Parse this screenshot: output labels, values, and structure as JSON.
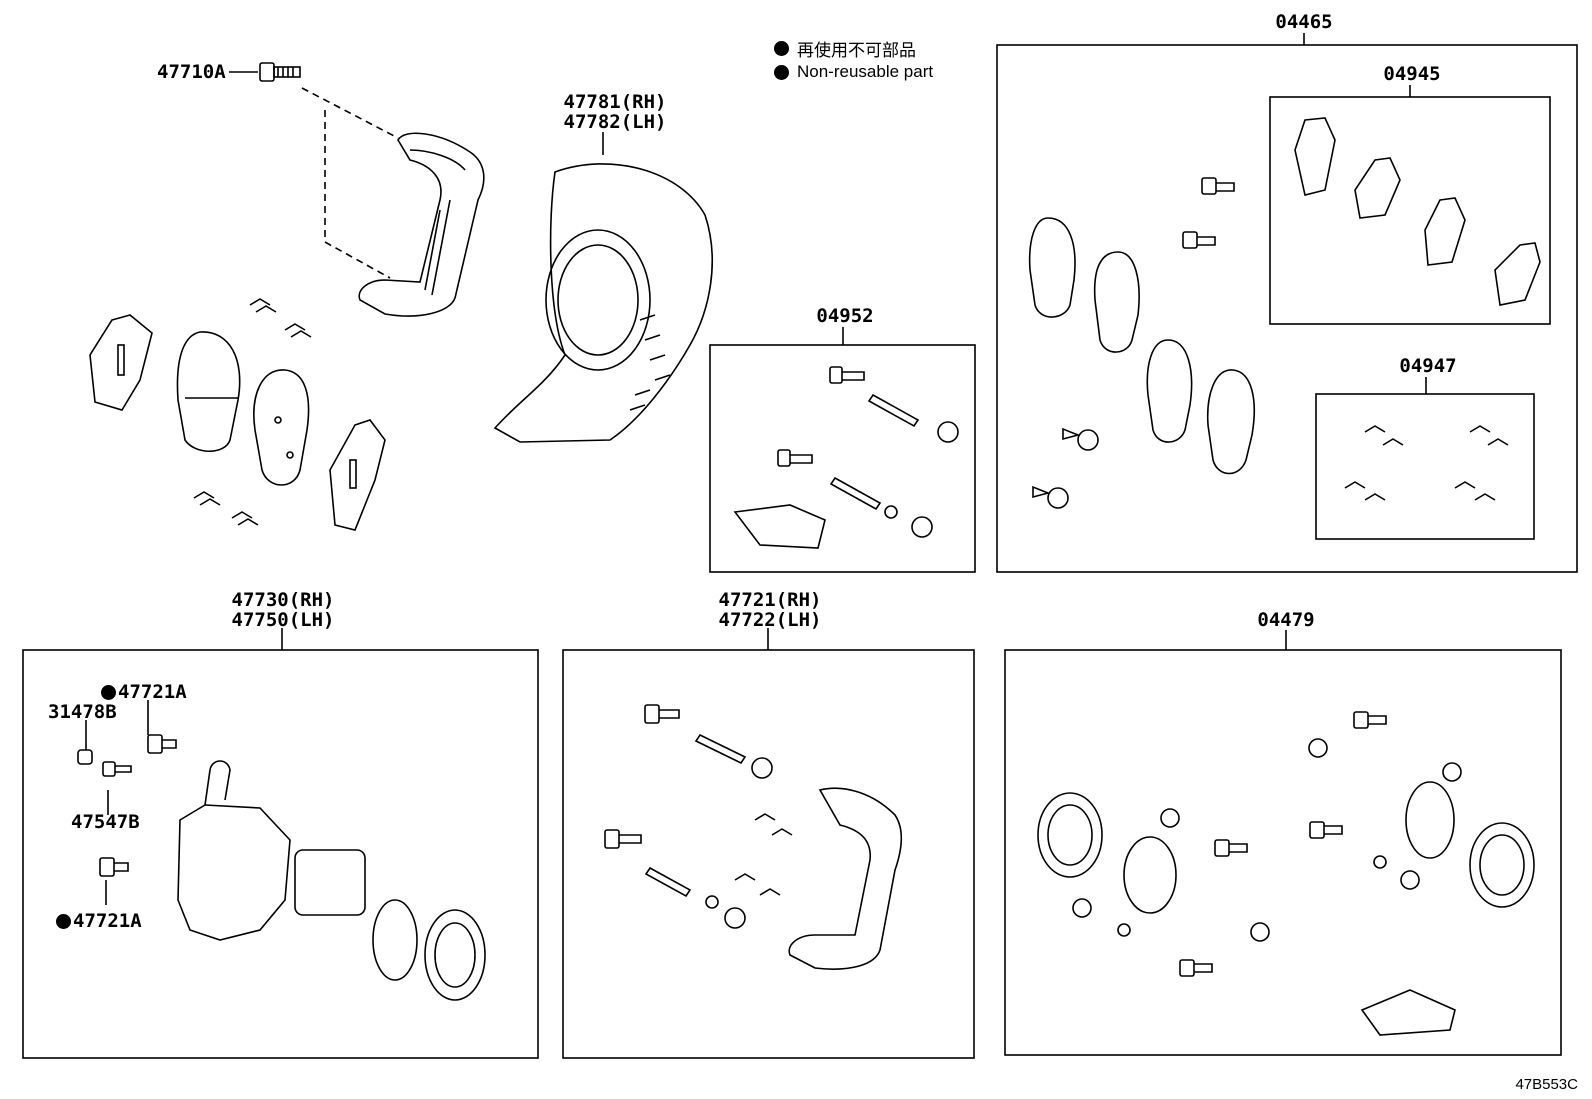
{
  "legend": {
    "line_jp": "再使用不可部品",
    "line_en": "Non-reusable part"
  },
  "parts": {
    "p47710A": "47710A",
    "p47781": "47781(RH)",
    "p47782": "47782(LH)",
    "p04465": "04465",
    "p04945": "04945",
    "p04952": "04952",
    "p04947": "04947",
    "p47730": "47730(RH)",
    "p47750": "47750(LH)",
    "p47721_rh": "47721(RH)",
    "p47722": "47722(LH)",
    "p04479": "04479",
    "p47721A_top": "47721A",
    "p31478B": "31478B",
    "p47547B": "47547B",
    "p47721A_bottom": "47721A"
  },
  "diagram_ref": "47B553C"
}
